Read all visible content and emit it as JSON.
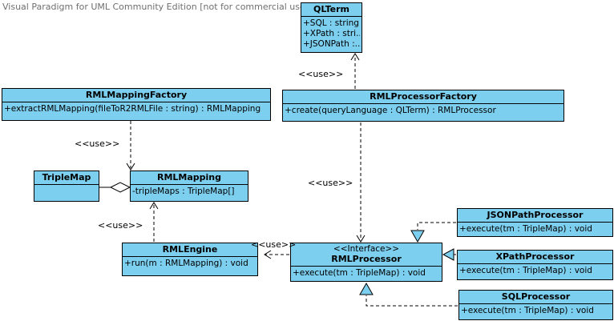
{
  "watermark": "Visual Paradigm for UML Community Edition [not for commercial use]",
  "labels": {
    "use": "<<use>>",
    "interface_stereotype": "<<Interface>>"
  },
  "colors": {
    "box_fill": "#7dcfef",
    "box_border": "#000000",
    "watermark_text": "#6f6f6f",
    "background": "#ffffff"
  },
  "classes": {
    "qlterm": {
      "name": "QLTerm",
      "members": [
        "+SQL : string",
        "+XPath : stri...",
        "+JSONPath :..."
      ]
    },
    "rml_mapping_factory": {
      "name": "RMLMappingFactory",
      "members": [
        "+extractRMLMapping(fileToR2RMLFile : string) : RMLMapping"
      ]
    },
    "rml_processor_factory": {
      "name": "RMLProcessorFactory",
      "members": [
        "+create(queryLanguage : QLTerm) : RMLProcessor"
      ]
    },
    "triple_map": {
      "name": "TripleMap",
      "members": []
    },
    "rml_mapping": {
      "name": "RMLMapping",
      "members": [
        "-tripleMaps : TripleMap[]"
      ]
    },
    "rml_engine": {
      "name": "RMLEngine",
      "members": [
        "+run(m : RMLMapping) : void"
      ]
    },
    "rml_processor": {
      "stereotype": "<<Interface>>",
      "name": "RMLProcessor",
      "members": [
        "+execute(tm : TripleMap) : void"
      ]
    },
    "jsonpath_processor": {
      "name": "JSONPathProcessor",
      "members": [
        "+execute(tm : TripleMap) : void"
      ]
    },
    "xpath_processor": {
      "name": "XPathProcessor",
      "members": [
        "+execute(tm : TripleMap) : void"
      ]
    },
    "sql_processor": {
      "name": "SQLProcessor",
      "members": [
        "+execute(tm : TripleMap) : void"
      ]
    }
  },
  "relationships": [
    "RMLMappingFactory ..use.. RMLMapping",
    "RMLProcessorFactory ..use.. QLTerm",
    "RMLProcessorFactory ..use.. RMLProcessor",
    "RMLEngine ..use.. RMLMapping",
    "RMLProcessor ..use.. RMLEngine",
    "RMLMapping o-- TripleMap (aggregation)",
    "JSONPathProcessor ..|> RMLProcessor",
    "XPathProcessor ..|> RMLProcessor",
    "SQLProcessor ..|> RMLProcessor"
  ]
}
